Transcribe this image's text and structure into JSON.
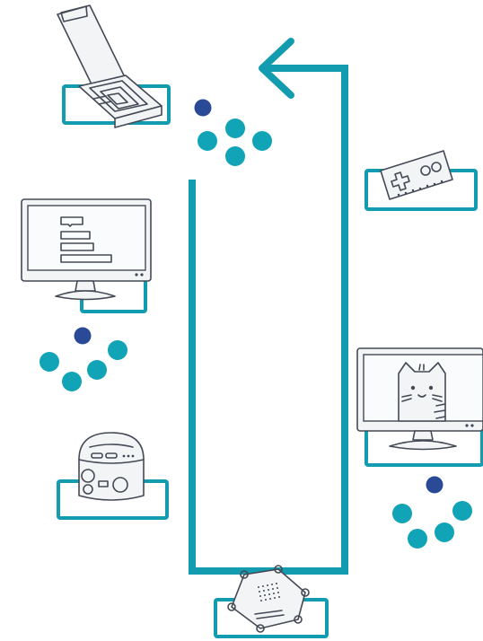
{
  "colors": {
    "accent": "#139cb0",
    "teal_dot": "#11a3b6",
    "navy_dot": "#2a4a97",
    "ink": "#444a55"
  },
  "items": [
    {
      "id": "chip-tray",
      "icon": "chip-tray-icon"
    },
    {
      "id": "monitor-code",
      "icon": "monitor-code-icon"
    },
    {
      "id": "robot",
      "icon": "robot-icon"
    },
    {
      "id": "gamepad",
      "icon": "gamepad-icon"
    },
    {
      "id": "monitor-cat",
      "icon": "monitor-cat-icon"
    },
    {
      "id": "circuit-board",
      "icon": "circuit-board-icon"
    }
  ],
  "dot_clusters": [
    {
      "id": "cluster-top",
      "navy": 1,
      "teal": 4
    },
    {
      "id": "cluster-left",
      "navy": 1,
      "teal": 4
    },
    {
      "id": "cluster-right",
      "navy": 1,
      "teal": 4
    }
  ],
  "flow": {
    "direction": "counter-clockwise",
    "arrow_head": "left"
  }
}
